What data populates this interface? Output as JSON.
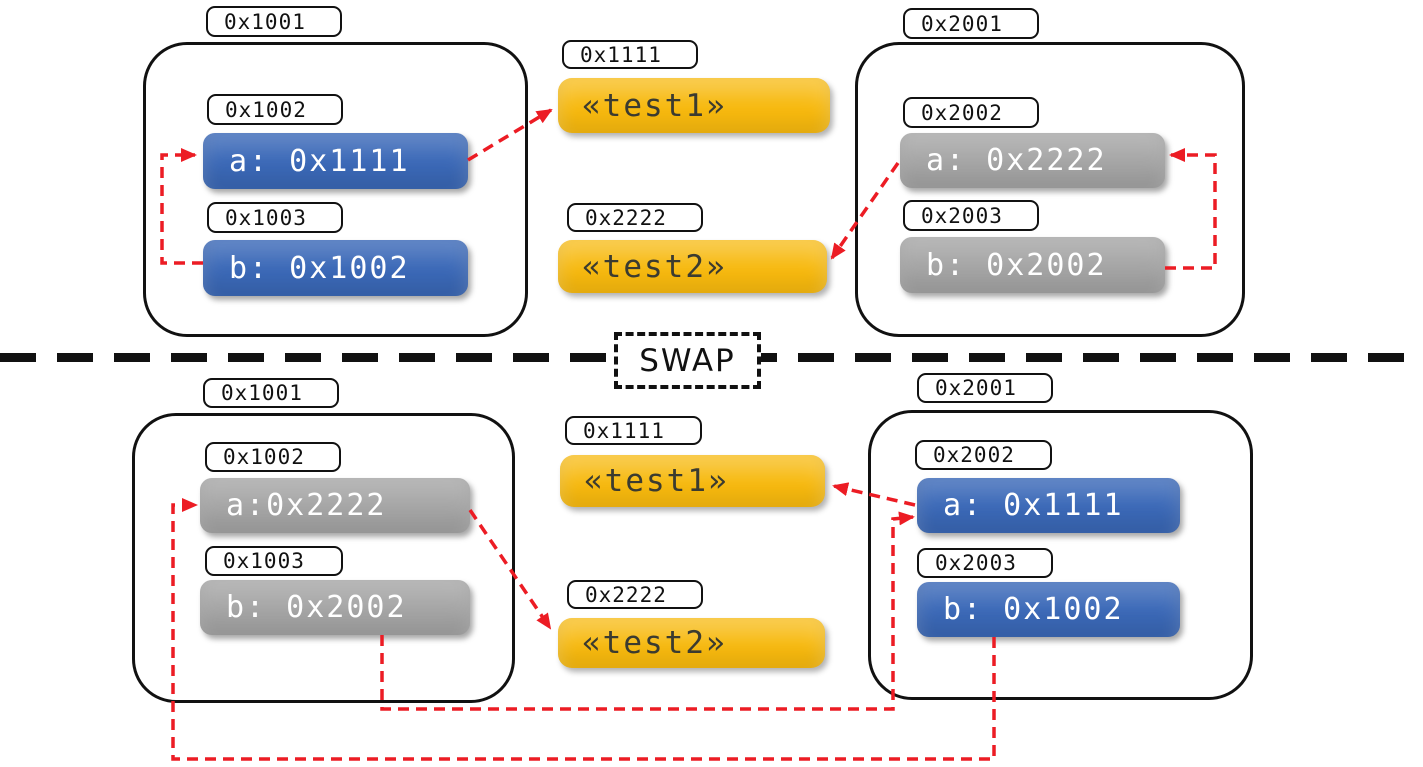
{
  "divider": {
    "label": "SWAP"
  },
  "colors": {
    "blue": "#3b69b8",
    "gray": "#a6a6a6",
    "yellow": "#f7b90e",
    "red": "#ec1c24",
    "ink": "#111111"
  },
  "sections": {
    "before": {
      "frames": [
        {
          "address": "0x1001",
          "slots": [
            {
              "address": "0x1002",
              "text": "a: 0x1111"
            },
            {
              "address": "0x1003",
              "text": "b: 0x1002"
            }
          ]
        },
        {
          "address": "0x2001",
          "slots": [
            {
              "address": "0x2002",
              "text": "a: 0x2222"
            },
            {
              "address": "0x2003",
              "text": "b: 0x2002"
            }
          ]
        }
      ],
      "strings": [
        {
          "address": "0x1111",
          "text": "«test1»"
        },
        {
          "address": "0x2222",
          "text": "«test2»"
        }
      ]
    },
    "after": {
      "frames": [
        {
          "address": "0x1001",
          "slots": [
            {
              "address": "0x1002",
              "text": "a:0x2222"
            },
            {
              "address": "0x1003",
              "text": "b: 0x2002"
            }
          ]
        },
        {
          "address": "0x2001",
          "slots": [
            {
              "address": "0x2002",
              "text": "a: 0x1111"
            },
            {
              "address": "0x2003",
              "text": "b: 0x1002"
            }
          ]
        }
      ],
      "strings": [
        {
          "address": "0x1111",
          "text": "«test1»"
        },
        {
          "address": "0x2222",
          "text": "«test2»"
        }
      ]
    }
  }
}
